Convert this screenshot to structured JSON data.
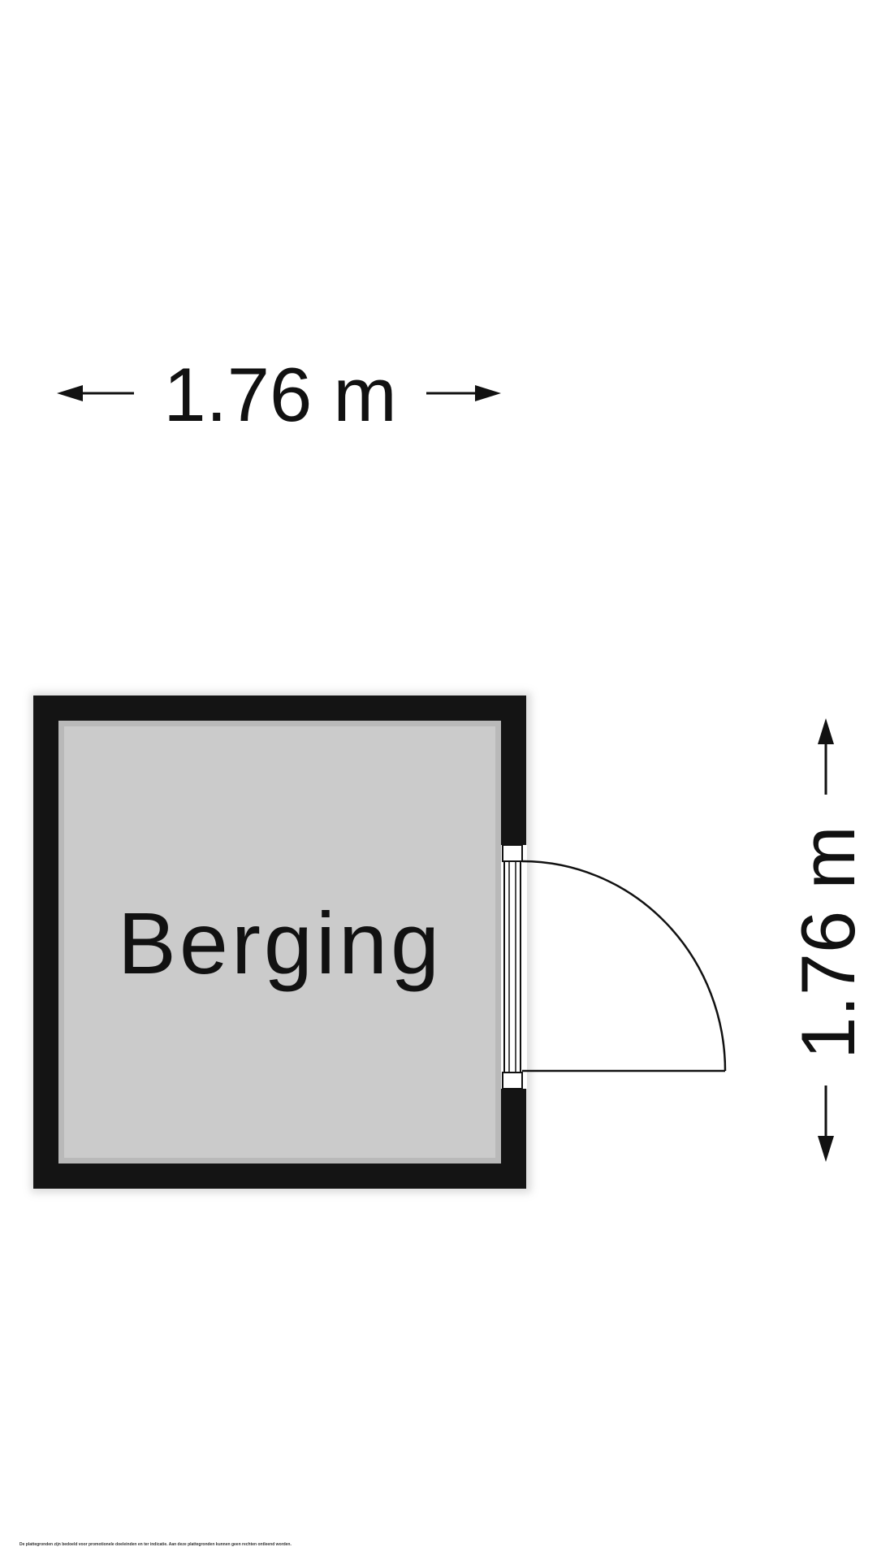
{
  "room": {
    "name": "Berging"
  },
  "dimensions": {
    "width_label": "1.76 m",
    "depth_label": "1.76 m"
  },
  "disclaimer": "De plattegronden zijn bedoeld voor promotionele doeleinden en ter indicatie. Aan deze plattegronden kunnen geen rechten ontleend worden.",
  "colors": {
    "wall": "#141414",
    "floor": "#cbcbcb",
    "line": "#111111",
    "background": "#ffffff"
  }
}
